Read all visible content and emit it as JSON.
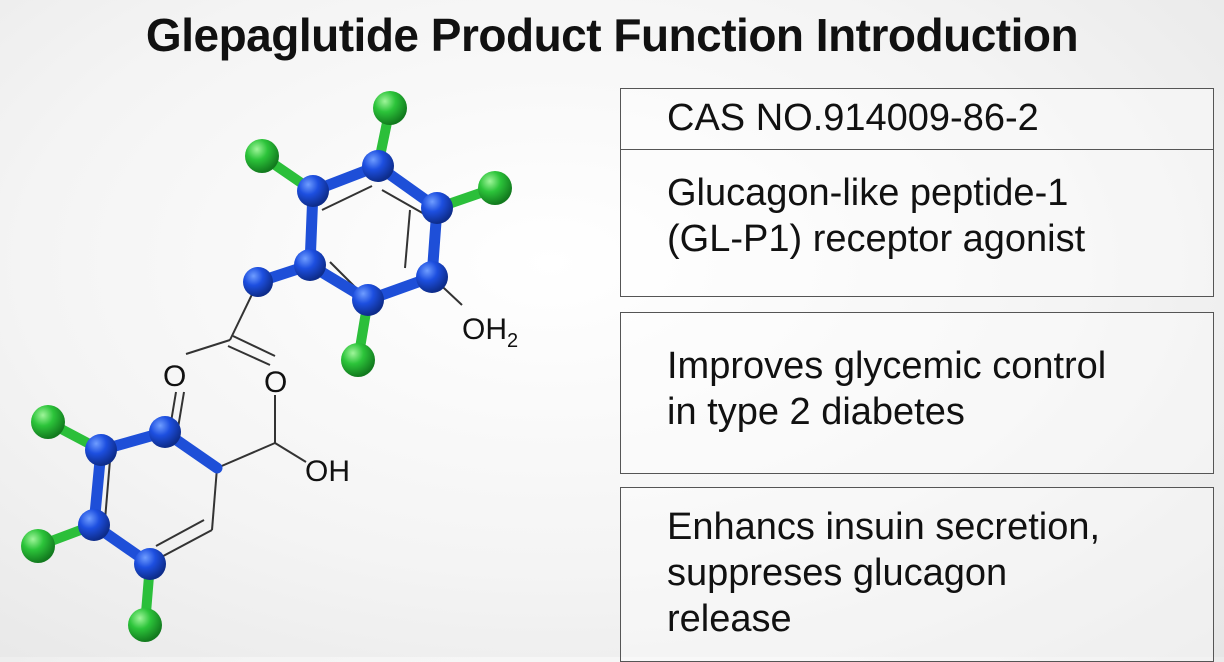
{
  "title": "Glepaglutide Product Function Introduction",
  "molecule": {
    "labels": {
      "oh2": "OH",
      "oh2_subscript": "2",
      "oh": "OH",
      "o1": "O",
      "o2": "O"
    },
    "colors": {
      "carbon": "#1d4fe0",
      "halogen": "#2cc43a",
      "bond_dark": "#333333"
    }
  },
  "info_boxes": [
    {
      "lines": [
        "CAS NO.914009-86-2"
      ]
    },
    {
      "lines": [
        "Glucagon-like peptide-1",
        "(GL-P1) receptor agonist"
      ]
    },
    {
      "lines": [
        "Improves glycemic control",
        "in type 2 diabetes"
      ]
    },
    {
      "lines": [
        "Enhancs insuin secretion,",
        "suppreses glucagon",
        "release"
      ]
    }
  ]
}
